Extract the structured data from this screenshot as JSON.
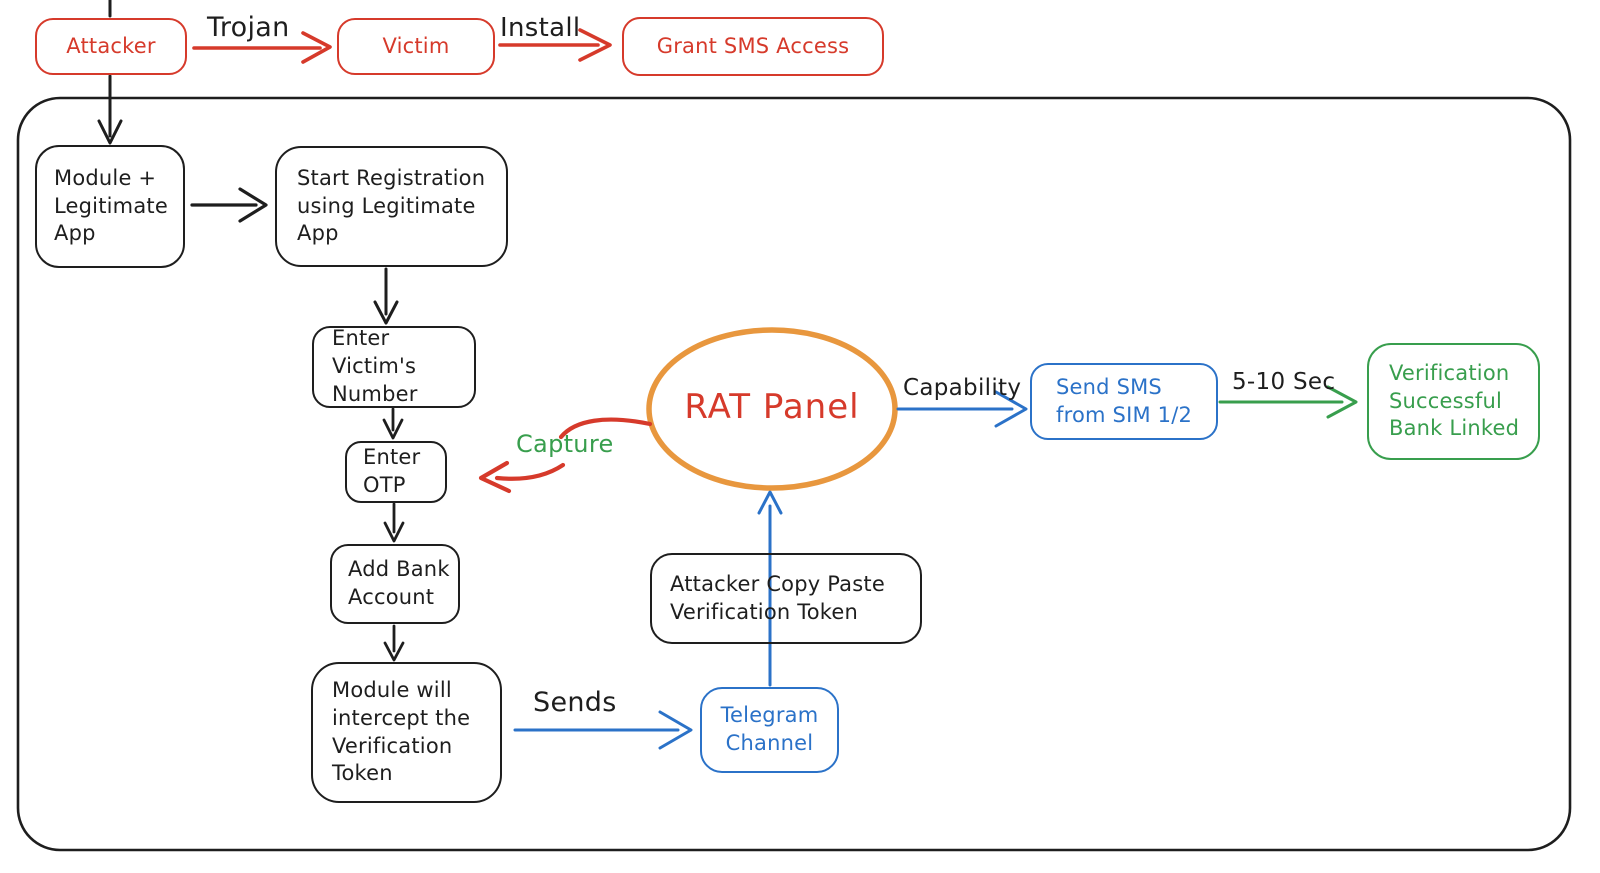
{
  "palette": {
    "black": "#1e1e1e",
    "red": "#d63a2b",
    "blue": "#2b72c8",
    "green": "#389e4d",
    "orange": "#e8973e"
  },
  "top_flow": {
    "attacker": "Attacker",
    "trojan_label": "Trojan",
    "victim": "Victim",
    "install_label": "Install",
    "grant_sms": "Grant SMS Access"
  },
  "main_flow": {
    "module_app": "Module +\nLegitimate\nApp",
    "start_registration": "Start Registration\nusing Legitimate\nApp",
    "enter_number": "Enter Victim's\nNumber",
    "enter_otp": "Enter\nOTP",
    "add_bank": "Add Bank\nAccount",
    "intercept": "Module will\nintercept the\nVerification\nToken",
    "sends_label": "Sends",
    "telegram": "Telegram\nChannel",
    "copy_paste": "Attacker Copy Paste\nVerification Token",
    "rat_panel": "RAT Panel",
    "capture_label": "Capture",
    "capability_label": "Capability",
    "send_sms": "Send SMS\nfrom SIM 1/2",
    "interval_label": "5-10 Sec",
    "verification": "Verification\nSuccessful\nBank Linked"
  }
}
